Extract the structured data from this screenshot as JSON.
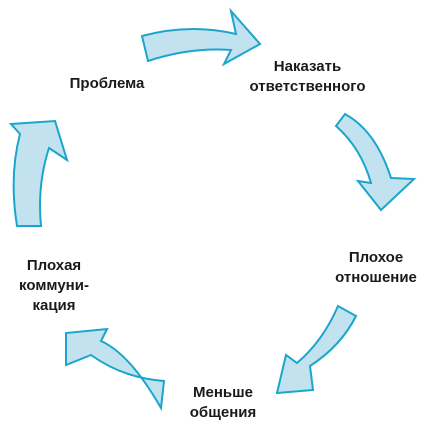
{
  "diagram": {
    "type": "cycle",
    "nodes": [
      {
        "id": "problem",
        "label": "Проблема"
      },
      {
        "id": "punish",
        "label": "Наказать\nответственного"
      },
      {
        "id": "attitude",
        "label": "Плохое\nотношение"
      },
      {
        "id": "less",
        "label": "Меньше\nобщения"
      },
      {
        "id": "bad",
        "label": "Плохая\nкоммуни-\nкация"
      }
    ],
    "edges": [
      {
        "from": "problem",
        "to": "punish"
      },
      {
        "from": "punish",
        "to": "attitude"
      },
      {
        "from": "attitude",
        "to": "less"
      },
      {
        "from": "less",
        "to": "bad"
      },
      {
        "from": "bad",
        "to": "problem"
      }
    ],
    "colors": {
      "arrow_fill": "#c3e2ef",
      "arrow_stroke": "#1aa6cc",
      "text": "#1a1a1a"
    }
  }
}
